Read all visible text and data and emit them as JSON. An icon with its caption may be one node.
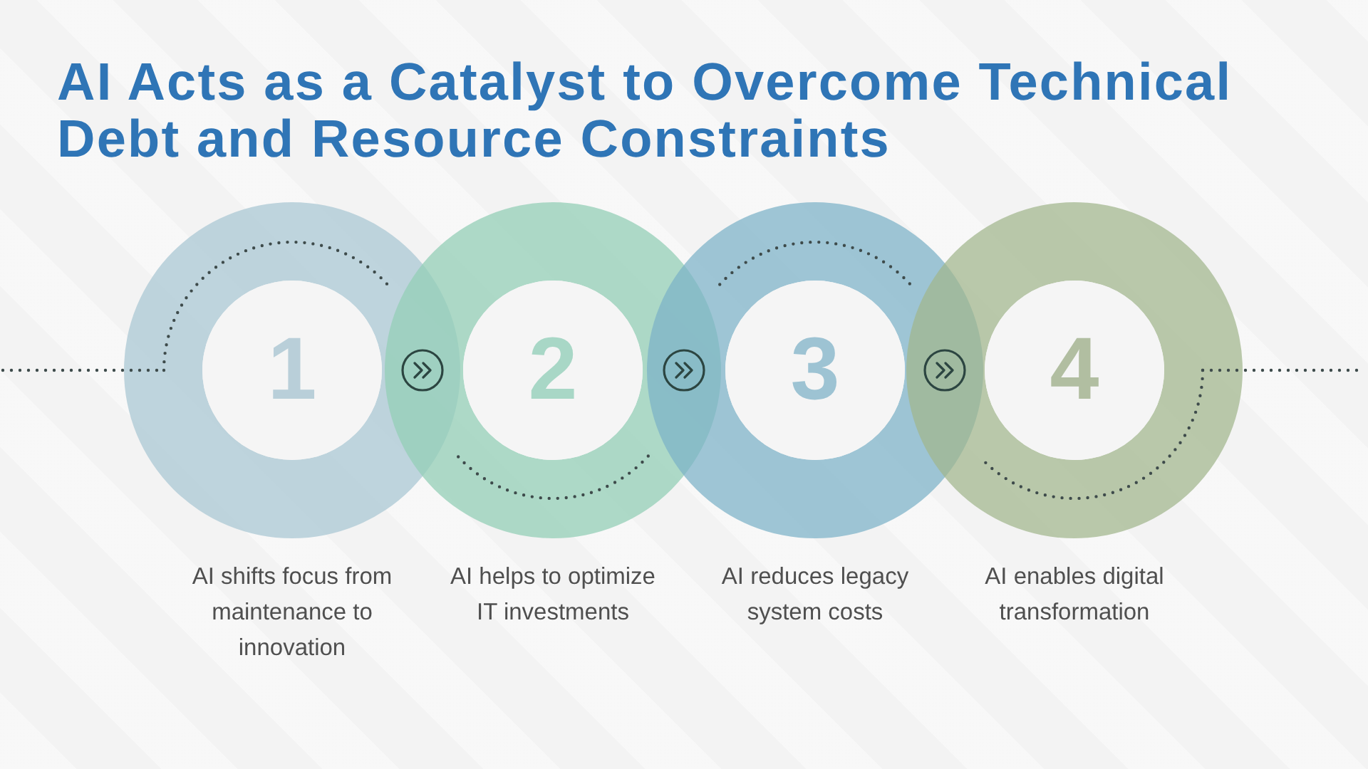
{
  "diagram": {
    "title": "AI Acts as a Catalyst to Overcome Technical Debt and Resource Constraints",
    "nodes": [
      {
        "text": [
          "1"
        ]
      },
      {
        "text": [
          "2"
        ]
      },
      {
        "text": [
          "3"
        ]
      },
      {
        "text": [
          "4"
        ]
      }
    ],
    "edges": [
      {
        "from": 0,
        "to": 1,
        "arrow": "to"
      },
      {
        "from": 1,
        "to": 2,
        "arrow": "to"
      },
      {
        "from": 2,
        "to": 3,
        "arrow": "to"
      }
    ],
    "labels": [
      "AI shifts focus from maintenance to innovation",
      "AI helps to optimize IT investments",
      "AI reduces legacy system costs",
      "AI enables digital transformation"
    ]
  }
}
